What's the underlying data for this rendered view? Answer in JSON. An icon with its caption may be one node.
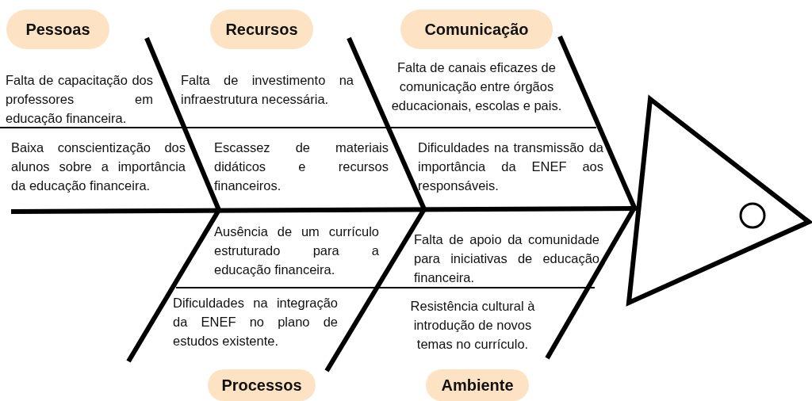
{
  "diagram": {
    "nodes": [
      {
        "text": [
          "Pessoas"
        ]
      },
      {
        "text": [
          "Recursos"
        ]
      },
      {
        "text": [
          "Comunicação"
        ]
      },
      {
        "text": [
          "Processos"
        ]
      },
      {
        "text": [
          "Ambiente"
        ]
      },
      {
        "text": [],
        "shape": "triangle"
      },
      {
        "text": [],
        "shape": "circle",
        "in": 5
      }
    ],
    "edges": [
      {
        "from": null,
        "to": 5,
        "arrow": "none"
      }
    ],
    "labels": [
      "Falta de capacitação dos professores em educação financeira.",
      "Falta de investimento na infraestrutura necessária.",
      "Falta de canais eficazes de comunicação entre órgãos educacionais, escolas e pais.",
      "Baixa conscientização dos alunos sobre a importância da educação financeira.",
      "Escassez de materiais didáticos e recursos financeiros.",
      "Dificuldades na transmissão da importância da ENEF aos responsáveis.",
      "Ausência de um currículo estruturado para a educação financeira.",
      "Falta de apoio da comunidade para iniciativas de educação financeira.",
      "Dificuldades na integração da ENEF no plano de estudos existente.",
      "Resistência cultural à introdução de novos temas no currículo."
    ]
  }
}
